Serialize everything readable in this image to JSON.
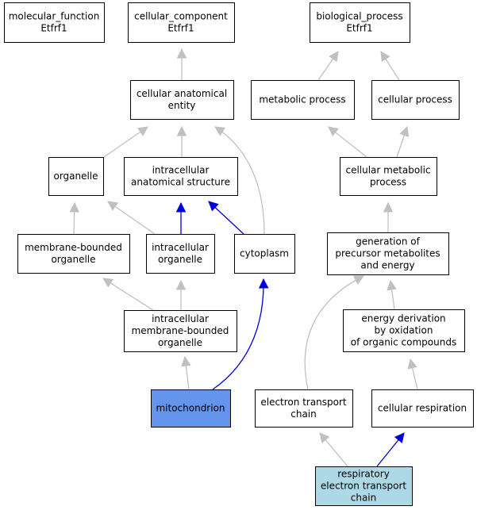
{
  "colors": {
    "edge_gray": "#c0c0c0",
    "edge_blue": "#0000dd",
    "node_default": "#ffffff",
    "node_focus": "#6495ed",
    "node_query": "#add8e6"
  },
  "nodes": [
    {
      "id": "molecular_function",
      "lines": [
        "molecular_function",
        "Etfrf1"
      ],
      "fill": "#ffffff"
    },
    {
      "id": "cellular_component",
      "lines": [
        "cellular_component",
        "Etfrf1"
      ],
      "fill": "#ffffff"
    },
    {
      "id": "biological_process",
      "lines": [
        "biological_process",
        "Etfrf1"
      ],
      "fill": "#ffffff"
    },
    {
      "id": "cellular_anatomical_entity",
      "lines": [
        "cellular anatomical",
        "entity"
      ],
      "fill": "#ffffff"
    },
    {
      "id": "metabolic_process",
      "lines": [
        "metabolic process"
      ],
      "fill": "#ffffff"
    },
    {
      "id": "cellular_process",
      "lines": [
        "cellular process"
      ],
      "fill": "#ffffff"
    },
    {
      "id": "organelle",
      "lines": [
        "organelle"
      ],
      "fill": "#ffffff"
    },
    {
      "id": "intracellular_anatomical_structure",
      "lines": [
        "intracellular",
        "anatomical structure"
      ],
      "fill": "#ffffff"
    },
    {
      "id": "cellular_metabolic_process",
      "lines": [
        "cellular metabolic",
        "process"
      ],
      "fill": "#ffffff"
    },
    {
      "id": "membrane_bounded_organelle",
      "lines": [
        "membrane-bounded",
        "organelle"
      ],
      "fill": "#ffffff"
    },
    {
      "id": "intracellular_organelle",
      "lines": [
        "intracellular",
        "organelle"
      ],
      "fill": "#ffffff"
    },
    {
      "id": "cytoplasm",
      "lines": [
        "cytoplasm"
      ],
      "fill": "#ffffff"
    },
    {
      "id": "generation_of_precursor",
      "lines": [
        "generation of",
        "precursor metabolites",
        "and energy"
      ],
      "fill": "#ffffff"
    },
    {
      "id": "intracellular_membrane_bounded_organelle",
      "lines": [
        "intracellular",
        "membrane-bounded",
        "organelle"
      ],
      "fill": "#ffffff"
    },
    {
      "id": "energy_derivation",
      "lines": [
        "energy derivation",
        "by oxidation",
        "of organic compounds"
      ],
      "fill": "#ffffff"
    },
    {
      "id": "mitochondrion",
      "lines": [
        "mitochondrion"
      ],
      "fill": "#6495ed"
    },
    {
      "id": "electron_transport_chain",
      "lines": [
        "electron transport",
        "chain"
      ],
      "fill": "#ffffff"
    },
    {
      "id": "cellular_respiration",
      "lines": [
        "cellular respiration"
      ],
      "fill": "#ffffff"
    },
    {
      "id": "respiratory_electron_transport_chain",
      "lines": [
        "respiratory",
        "electron transport",
        "chain"
      ],
      "fill": "#add8e6"
    }
  ],
  "edges": [
    {
      "from": "cellular_anatomical_entity",
      "to": "cellular_component",
      "color": "gray"
    },
    {
      "from": "metabolic_process",
      "to": "biological_process",
      "color": "gray"
    },
    {
      "from": "cellular_process",
      "to": "biological_process",
      "color": "gray"
    },
    {
      "from": "organelle",
      "to": "cellular_anatomical_entity",
      "color": "gray"
    },
    {
      "from": "intracellular_anatomical_structure",
      "to": "cellular_anatomical_entity",
      "color": "gray"
    },
    {
      "from": "cytoplasm",
      "to": "cellular_anatomical_entity",
      "color": "gray"
    },
    {
      "from": "cellular_metabolic_process",
      "to": "metabolic_process",
      "color": "gray"
    },
    {
      "from": "cellular_metabolic_process",
      "to": "cellular_process",
      "color": "gray"
    },
    {
      "from": "membrane_bounded_organelle",
      "to": "organelle",
      "color": "gray"
    },
    {
      "from": "intracellular_organelle",
      "to": "organelle",
      "color": "gray"
    },
    {
      "from": "intracellular_organelle",
      "to": "intracellular_anatomical_structure",
      "color": "blue"
    },
    {
      "from": "cytoplasm",
      "to": "intracellular_anatomical_structure",
      "color": "blue"
    },
    {
      "from": "generation_of_precursor",
      "to": "cellular_metabolic_process",
      "color": "gray"
    },
    {
      "from": "intracellular_membrane_bounded_organelle",
      "to": "membrane_bounded_organelle",
      "color": "gray"
    },
    {
      "from": "intracellular_membrane_bounded_organelle",
      "to": "intracellular_organelle",
      "color": "gray"
    },
    {
      "from": "energy_derivation",
      "to": "generation_of_precursor",
      "color": "gray"
    },
    {
      "from": "mitochondrion",
      "to": "intracellular_membrane_bounded_organelle",
      "color": "gray"
    },
    {
      "from": "mitochondrion",
      "to": "cytoplasm",
      "color": "blue"
    },
    {
      "from": "electron_transport_chain",
      "to": "generation_of_precursor",
      "color": "gray"
    },
    {
      "from": "cellular_respiration",
      "to": "energy_derivation",
      "color": "gray"
    },
    {
      "from": "respiratory_electron_transport_chain",
      "to": "electron_transport_chain",
      "color": "gray"
    },
    {
      "from": "respiratory_electron_transport_chain",
      "to": "cellular_respiration",
      "color": "blue"
    }
  ]
}
